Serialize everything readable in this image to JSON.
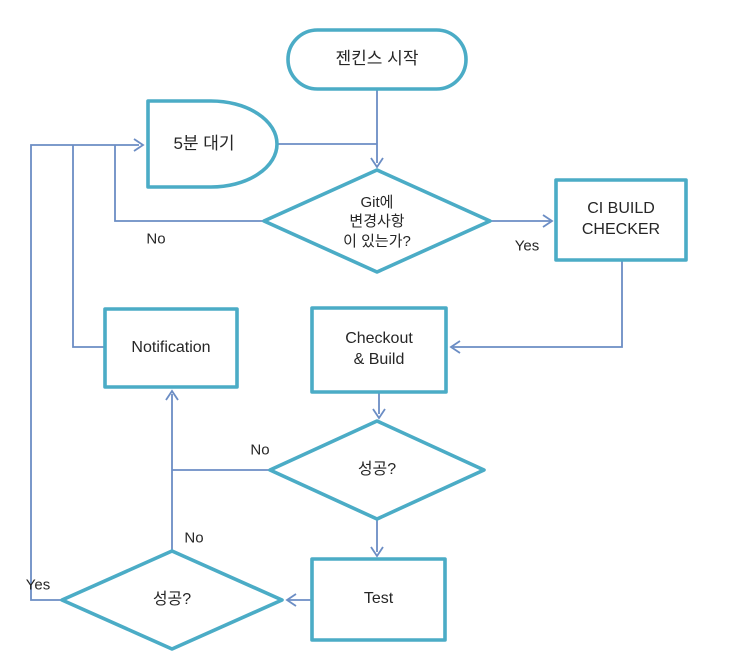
{
  "diagram": {
    "type": "flowchart",
    "language": "Korean / English",
    "colors": {
      "shape_border": "#4BACC6",
      "connector": "#6b8dc4",
      "text": "#262626",
      "background": "#ffffff"
    },
    "nodes": {
      "start": {
        "type": "terminator",
        "label": "젠킨스 시작"
      },
      "wait": {
        "type": "delay",
        "label": "5분 대기"
      },
      "git_check": {
        "type": "decision",
        "label": "Git에\n변경사항\n이 있는가?"
      },
      "ci_build_checker": {
        "type": "process",
        "label": "CI BUILD\nCHECKER"
      },
      "checkout_build": {
        "type": "process",
        "label": "Checkout\n& Build"
      },
      "notification": {
        "type": "process",
        "label": "Notification"
      },
      "build_success": {
        "type": "decision",
        "label": "성공?"
      },
      "test": {
        "type": "process",
        "label": "Test"
      },
      "test_success": {
        "type": "decision",
        "label": "성공?"
      }
    },
    "edges": {
      "git_yes": {
        "label": "Yes",
        "from": "git_check",
        "to": "ci_build_checker"
      },
      "git_no": {
        "label": "No",
        "from": "git_check",
        "to": "wait"
      },
      "build_no": {
        "label": "No",
        "from": "build_success",
        "to": "notification"
      },
      "test_no": {
        "label": "No",
        "from": "test_success",
        "to": "notification"
      },
      "test_yes": {
        "label": "Yes",
        "from": "test_success",
        "to": "wait"
      }
    }
  }
}
